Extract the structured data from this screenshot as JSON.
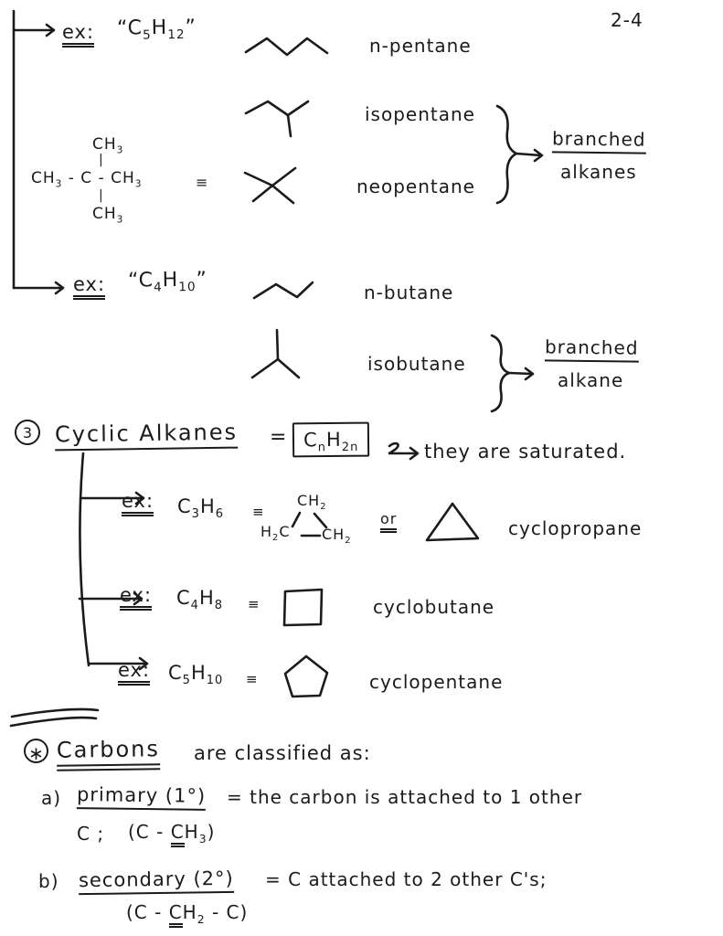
{
  "page": {
    "number": "2-4"
  },
  "colors": {
    "ink": "#1b1b1b",
    "paper": "#ffffff"
  },
  "pentane_group": {
    "ex_label": "ex:",
    "formula": "“C~5~H~12~”",
    "n_pentane": "n-pentane",
    "isopentane": "isopentane",
    "neopentane": "neopentane",
    "condensed": {
      "top": "CH~3~",
      "bond_top": "|",
      "middle": "CH~3~ - C - CH~3~",
      "bond_bottom": "|",
      "bottom": "CH~3~",
      "equiv": "≡"
    },
    "brace_note": {
      "line1": "branched",
      "line2": "alkanes"
    }
  },
  "butane_group": {
    "ex_label": "ex:",
    "formula": "“C~4~H~10~”",
    "n_butane": "n-butane",
    "isobutane": "isobutane",
    "brace_note": {
      "line1": "branched",
      "line2": "alkane"
    }
  },
  "cyclic_section": {
    "number": "3",
    "title": "Cyclic Alkanes",
    "equals": "=",
    "general_formula": "C~n~H~2n~",
    "note": "they are saturated.",
    "examples": [
      {
        "ex_label": "ex:",
        "formula": "C~3~H~6~",
        "equiv": "≡",
        "name": "cyclopropane",
        "or_label": "or",
        "structural": {
          "top": "CH~2~",
          "bottom_left": "H~2~C",
          "bottom_right": "CH~2~"
        }
      },
      {
        "ex_label": "ex:",
        "formula": "C~4~H~8~",
        "equiv": "≡",
        "name": "cyclobutane"
      },
      {
        "ex_label": "ex:",
        "formula": "C~5~H~10~",
        "equiv": "≡",
        "name": "cyclopentane"
      }
    ]
  },
  "carbons_section": {
    "bullet": "∗",
    "title": "Carbons",
    "intro": "are classified as:",
    "primary": {
      "letter": "a)",
      "term": "primary (1°)",
      "definition": "= the carbon is attached to 1 other",
      "continuation": "C ;",
      "formula": "(C - ^C^H~3~)"
    },
    "secondary": {
      "letter": "b)",
      "term": "secondary (2°)",
      "definition": "= C attached to 2 other C's;",
      "formula": "(C - ^C^H~2~ - C)"
    }
  }
}
